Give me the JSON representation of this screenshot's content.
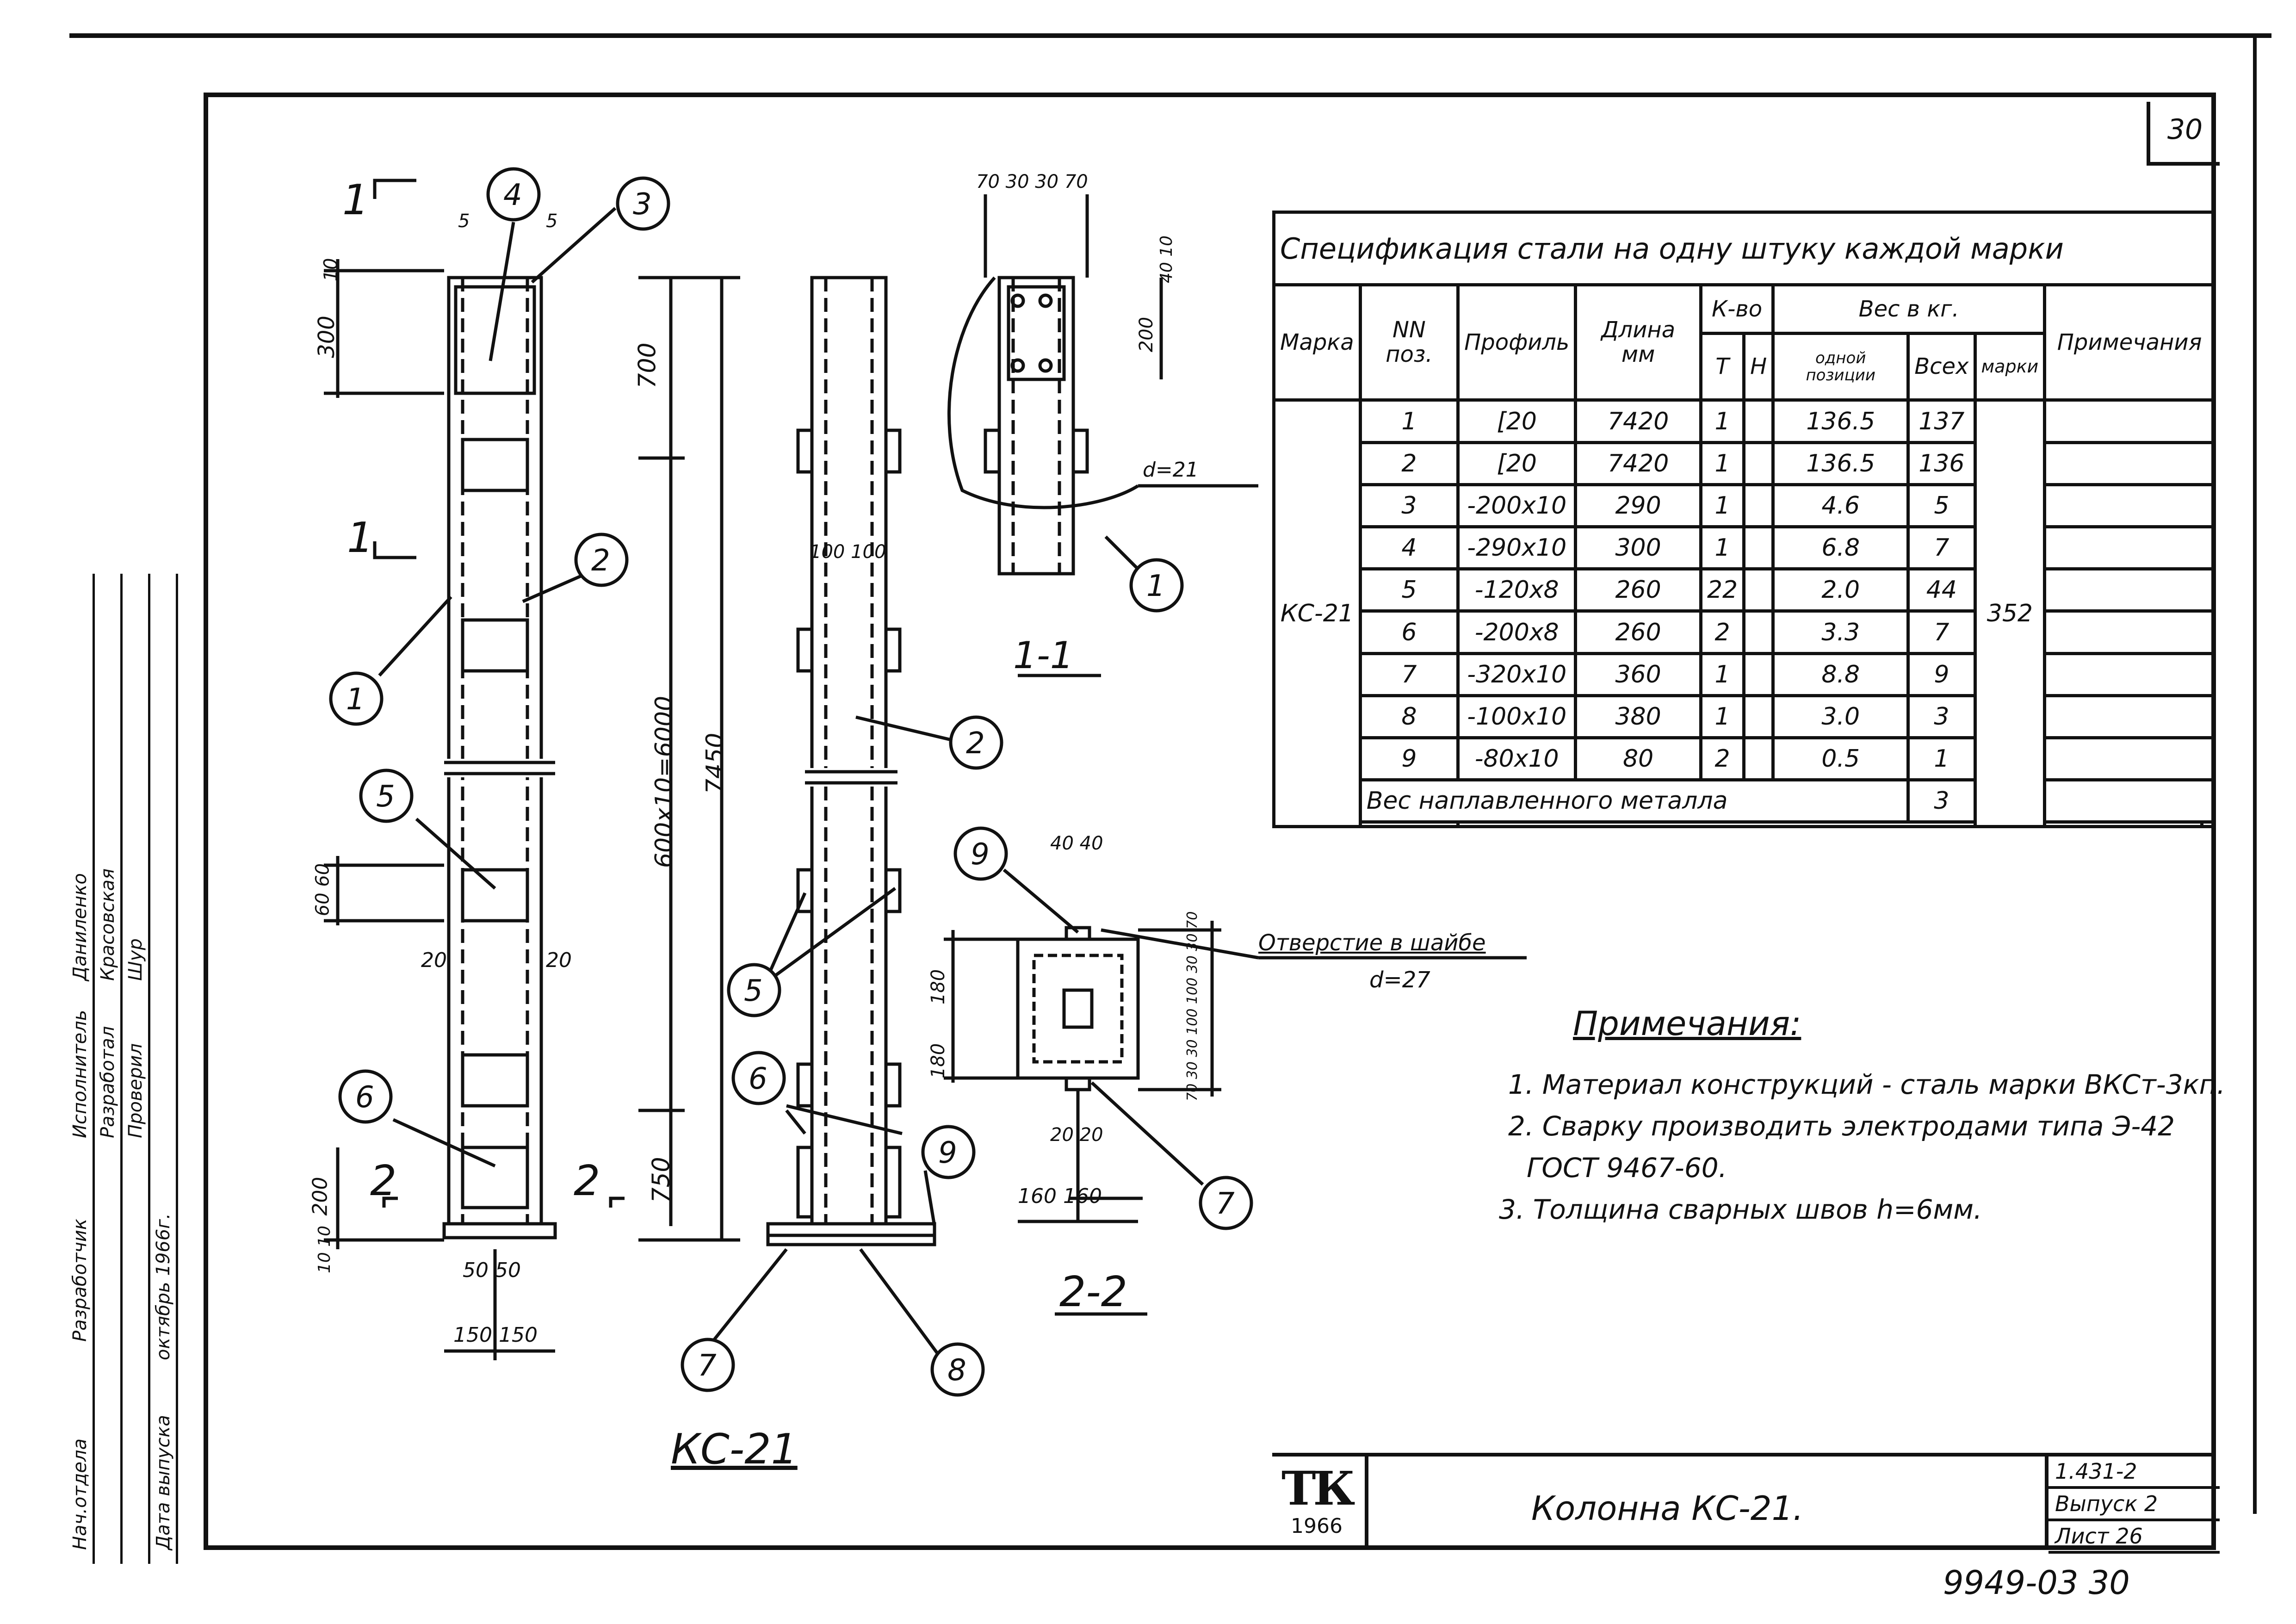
{
  "sheet_corner_number": "30",
  "spec_table": {
    "title": "Спецификация стали на одну штуку каждой марки",
    "headers": {
      "mark": "Марка",
      "pos": "NN поз.",
      "profile": "Профиль",
      "length": "Длина мм",
      "count": "К-во",
      "count_t": "Т",
      "count_n": "Н",
      "weight": "Вес в кг.",
      "weight_one": "одной позиции",
      "weight_all": "Всех",
      "weight_mark": "марки",
      "note": "Примечания"
    },
    "mark_value": "КС-21",
    "mark_weight": "352",
    "rows": [
      {
        "pos": "1",
        "profile": "[20",
        "length": "7420",
        "t": "1",
        "n": "",
        "one": "136.5",
        "all": "137"
      },
      {
        "pos": "2",
        "profile": "[20",
        "length": "7420",
        "t": "1",
        "n": "",
        "one": "136.5",
        "all": "136"
      },
      {
        "pos": "3",
        "profile": "-200x10",
        "length": "290",
        "t": "1",
        "n": "",
        "one": "4.6",
        "all": "5"
      },
      {
        "pos": "4",
        "profile": "-290x10",
        "length": "300",
        "t": "1",
        "n": "",
        "one": "6.8",
        "all": "7"
      },
      {
        "pos": "5",
        "profile": "-120x8",
        "length": "260",
        "t": "22",
        "n": "",
        "one": "2.0",
        "all": "44"
      },
      {
        "pos": "6",
        "profile": "-200x8",
        "length": "260",
        "t": "2",
        "n": "",
        "one": "3.3",
        "all": "7"
      },
      {
        "pos": "7",
        "profile": "-320x10",
        "length": "360",
        "t": "1",
        "n": "",
        "one": "8.8",
        "all": "9"
      },
      {
        "pos": "8",
        "profile": "-100x10",
        "length": "380",
        "t": "1",
        "n": "",
        "one": "3.0",
        "all": "3"
      },
      {
        "pos": "9",
        "profile": "-80x10",
        "length": "80",
        "t": "2",
        "n": "",
        "one": "0.5",
        "all": "1"
      }
    ],
    "weld_metal_label": "Вес наплавленного металла",
    "weld_metal_value": "3"
  },
  "notes": {
    "heading": "Примечания:",
    "items": [
      "1. Материал конструкций - сталь марки ВКСт-3кп.",
      "2. Сварку производить электродами типа Э-42",
      "ГОСТ 9467-60.",
      "3. Толщина сварных швов h=6мм."
    ]
  },
  "drawing_labels": {
    "main_title": "КС-21",
    "section_1": "1-1",
    "section_2": "2-2",
    "hole_label": "Отверстие в шайбе",
    "hole_d27": "d=27",
    "hole_d21": "d=21",
    "dims": {
      "d10": "10",
      "d300": "300",
      "d700": "700",
      "d600": "600x10=6000",
      "d7450": "7450",
      "d6060": "60 60",
      "d20a": "20",
      "d20b": "20",
      "d750": "750",
      "d200": "200",
      "d1010": "10 10",
      "d5050": "50 50",
      "d150150": "150 150",
      "d5a": "5",
      "d5b": "5",
      "d100100": "100 100",
      "s1_top": "70 30 30 70",
      "s1_4010": "40 10",
      "s1_200": "200",
      "s2_4040": "40 40",
      "s2_180a": "180",
      "s2_180b": "180",
      "s2_right": "70 30 30 100 100 30 30 70",
      "s2_2020": "20 20",
      "s2_160160": "160 160"
    },
    "callouts": [
      "1",
      "2",
      "3",
      "4",
      "5",
      "6",
      "7",
      "8",
      "9"
    ],
    "section_marker_1": "1",
    "section_marker_2": "2"
  },
  "stamp": {
    "columns": [
      {
        "role": "Нач.отдела",
        "name": "",
        "sign": ""
      },
      {
        "role": "Разработчик",
        "name": "",
        "sign": ""
      },
      {
        "role": "Исполнитель",
        "name": "Даниленко",
        "sign": ""
      },
      {
        "role": "Разработал",
        "name": "Красовская",
        "sign": ""
      },
      {
        "role": "Проверил",
        "name": "Шур",
        "sign": ""
      }
    ],
    "date_label": "Дата выпуска",
    "date_value": "октябрь 1966г."
  },
  "title_block": {
    "logo": "ТК",
    "year": "1966",
    "title": "Колонна КС-21.",
    "series": "1.431-2",
    "issue": "Выпуск 2",
    "sheet": "Лист 26"
  },
  "archive_number": "9949-03   30"
}
